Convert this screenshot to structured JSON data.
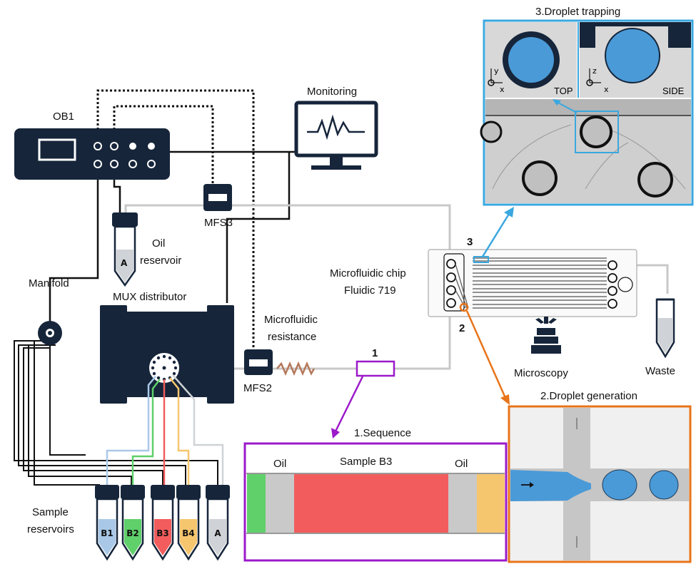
{
  "labels": {
    "ob1": "OB1",
    "monitoring": "Monitoring",
    "mfs3": "MFS3",
    "mfs2": "MFS2",
    "oil_reservoir_1": "Oil",
    "oil_reservoir_2": "reservoir",
    "manifold": "Manifold",
    "mux": "MUX distributor",
    "resistance_1": "Microfluidic",
    "resistance_2": "resistance",
    "chip_1": "Microfluidic chip",
    "chip_2": "Fluidic 719",
    "microscopy": "Microscopy",
    "waste": "Waste",
    "sample_res_1": "Sample",
    "sample_res_2": "reservoirs",
    "num_1": "1",
    "num_2": "2",
    "num_3": "3",
    "oil_tube": "A"
  },
  "tubes": [
    {
      "label": "B1",
      "color": "#a9c8e8"
    },
    {
      "label": "B2",
      "color": "#5fd06a"
    },
    {
      "label": "B3",
      "color": "#f25c5c"
    },
    {
      "label": "B4",
      "color": "#f6c66e"
    },
    {
      "label": "A",
      "color": "#cfd2d6"
    }
  ],
  "panel_sequence": {
    "title": "1.Sequence",
    "oil_left": "Oil",
    "sample": "Sample B3",
    "oil_right": "Oil"
  },
  "panel_generation": {
    "title": "2.Droplet generation"
  },
  "panel_trapping": {
    "title": "3.Droplet trapping",
    "top": "TOP",
    "side": "SIDE",
    "axis_y": "y",
    "axis_x": "x",
    "axis_z": "z",
    "axis_x2": "x"
  },
  "colors": {
    "navy": "#16253a",
    "purple": "#9b19c9",
    "orange": "#e8741a",
    "cyan": "#3aa7e0",
    "droplet_blue": "#4a9ad8",
    "sample_red": "#f25c5c",
    "green": "#5fd06a",
    "yellow": "#f6c66e"
  }
}
